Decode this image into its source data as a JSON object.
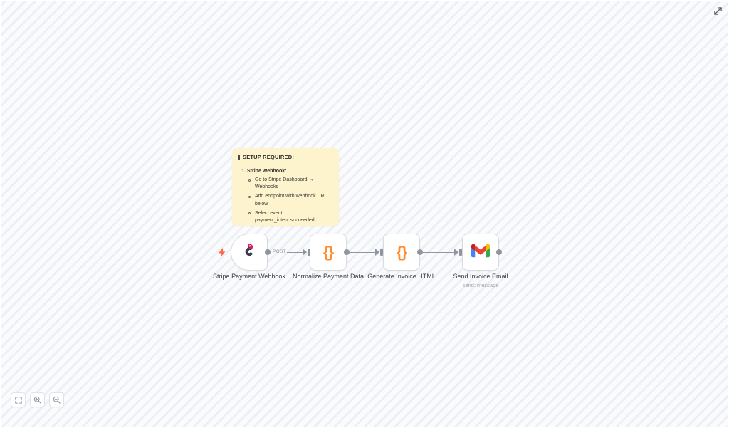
{
  "canvas": {
    "expand_icon": "expand-icon"
  },
  "note": {
    "title": "SETUP REQUIRED:",
    "items": [
      {
        "label": "1.",
        "text": "Stripe Webhook:",
        "bullets": [
          "Go to Stripe Dashboard → Webhooks",
          "Add endpoint with webhook URL below",
          "Select event: payment_intent.succeeded"
        ]
      }
    ]
  },
  "flow": {
    "nodes": [
      {
        "id": "stripe-payment-webhook",
        "label": "Stripe Payment Webhook",
        "subtitle": "",
        "icon": "stripe-icon",
        "type": "trigger"
      },
      {
        "id": "normalize-payment-data",
        "label": "Normalize Payment Data",
        "subtitle": "",
        "icon": "code-braces-icon",
        "glyph": "{}",
        "type": "code"
      },
      {
        "id": "generate-invoice-html",
        "label": "Generate Invoice HTML",
        "subtitle": "",
        "icon": "code-braces-icon",
        "glyph": "{}",
        "type": "code"
      },
      {
        "id": "send-invoice-email",
        "label": "Send Invoice Email",
        "subtitle": "send: message",
        "icon": "gmail-icon",
        "type": "gmail"
      }
    ],
    "edges": [
      {
        "label": "POST"
      },
      {
        "label": ""
      },
      {
        "label": ""
      }
    ],
    "trigger_badge": "lightning-bolt-icon"
  },
  "controls": [
    {
      "id": "fit-view",
      "icon": "fit-view-icon"
    },
    {
      "id": "zoom-in",
      "icon": "zoom-in-icon"
    },
    {
      "id": "zoom-out",
      "icon": "zoom-out-icon"
    }
  ],
  "colors": {
    "note_bg": "#fdf3cd",
    "code_glyph": "#ff8c2e",
    "port": "#9195a1",
    "trigger_bolt": "#ff6b4a",
    "stripe_pink": "#ea1b67",
    "stripe_navy": "#333e48"
  }
}
